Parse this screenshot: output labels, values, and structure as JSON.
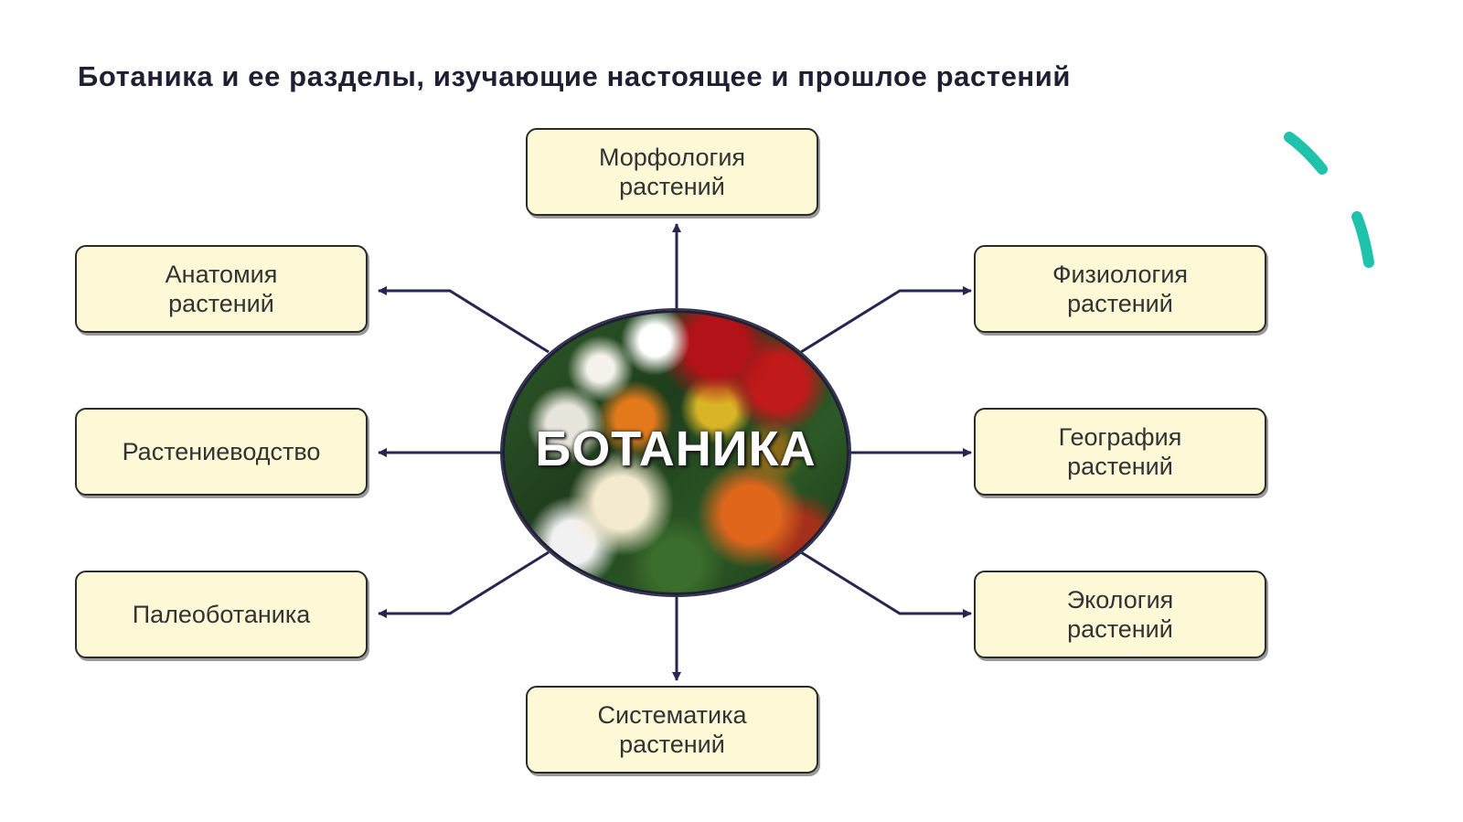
{
  "title": "Ботаника и ее разделы, изучающие настоящее и прошлое растений",
  "center": "БОТАНИКА",
  "branches": {
    "morphology": [
      "Морфология",
      "растений"
    ],
    "anatomy": [
      "Анатомия",
      "растений"
    ],
    "physiology": [
      "Физиология",
      "растений"
    ],
    "crop": [
      "Растениеводство"
    ],
    "geography": [
      "География",
      "растений"
    ],
    "paleo": [
      "Палеоботаника"
    ],
    "ecology": [
      "Экология",
      "растений"
    ],
    "systematics": [
      "Систематика",
      "растений"
    ]
  },
  "colors": {
    "box_fill": "#fdf8d6",
    "box_border": "#2b2b2b",
    "arrow": "#262650",
    "accent_teal": "#1fc2aa"
  }
}
